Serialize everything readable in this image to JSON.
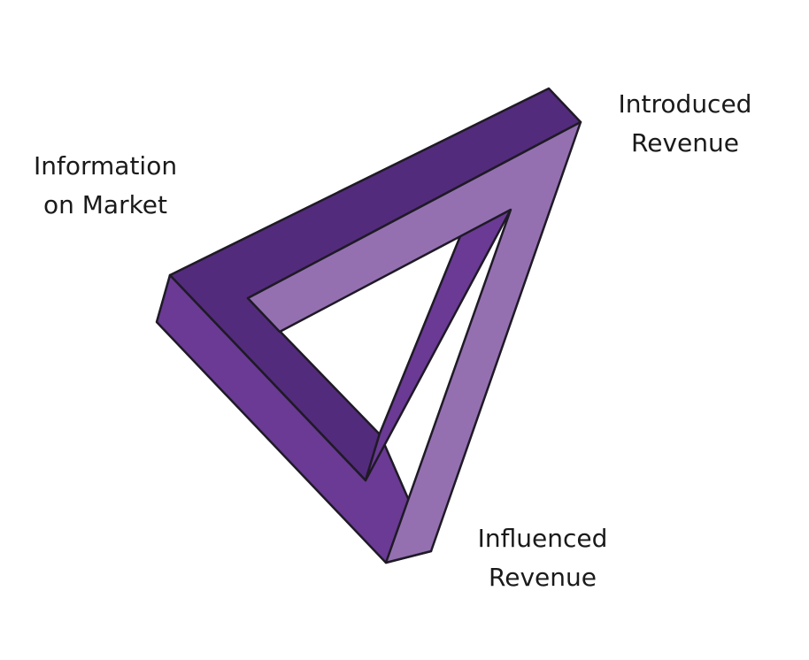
{
  "labels": {
    "information_on_market": {
      "line1": "Information",
      "line2": "on Market"
    },
    "introduced_revenue": {
      "line1": "Introduced",
      "line2": "Revenue"
    },
    "influenced_revenue": {
      "line1": "Influenced",
      "line2": "Revenue"
    }
  },
  "colors": {
    "dark_purple": "#532b7c",
    "mid_purple": "#6a3a95",
    "light_purple": "#9470b1",
    "outline": "#1f1a26",
    "text": "#1a1a1a",
    "background": "#ffffff"
  }
}
